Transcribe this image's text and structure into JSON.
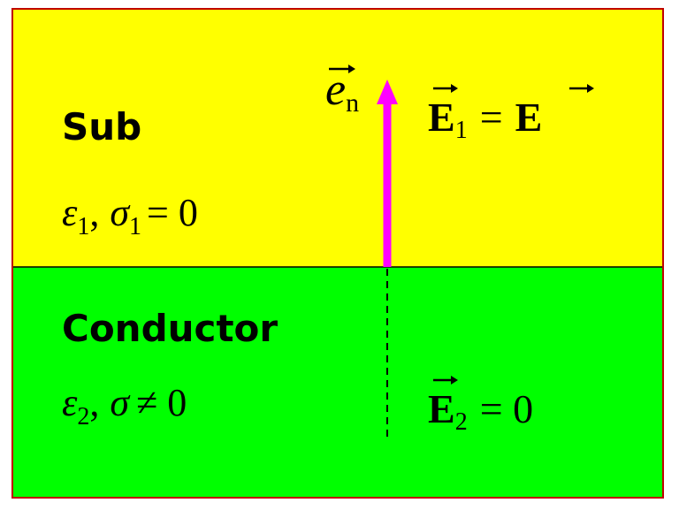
{
  "colors": {
    "substance_fill": "#FFFF00",
    "conductor_fill": "#00FF00",
    "border": "#C00000",
    "normal_arrow": "#FF00FF",
    "text": "#000000"
  },
  "top_region": {
    "label": "Sub",
    "params": {
      "eps": "ε",
      "eps_sub": "1",
      "sep": ",",
      "sigma": "σ",
      "sigma_sub": "1",
      "relation": "= 0"
    },
    "field": {
      "symbol": "E",
      "sub": "1",
      "eq": "=",
      "rhs": "E"
    }
  },
  "bottom_region": {
    "label": "Conductor",
    "params": {
      "eps": "ε",
      "eps_sub": "2",
      "sep": ",",
      "sigma": "σ",
      "relation": "≠ 0"
    },
    "field": {
      "symbol": "E",
      "sub": "2",
      "rhs": "= 0"
    }
  },
  "normal": {
    "symbol": "e",
    "sub": "n"
  },
  "icons": {
    "arrow": "arrow-up-icon"
  }
}
